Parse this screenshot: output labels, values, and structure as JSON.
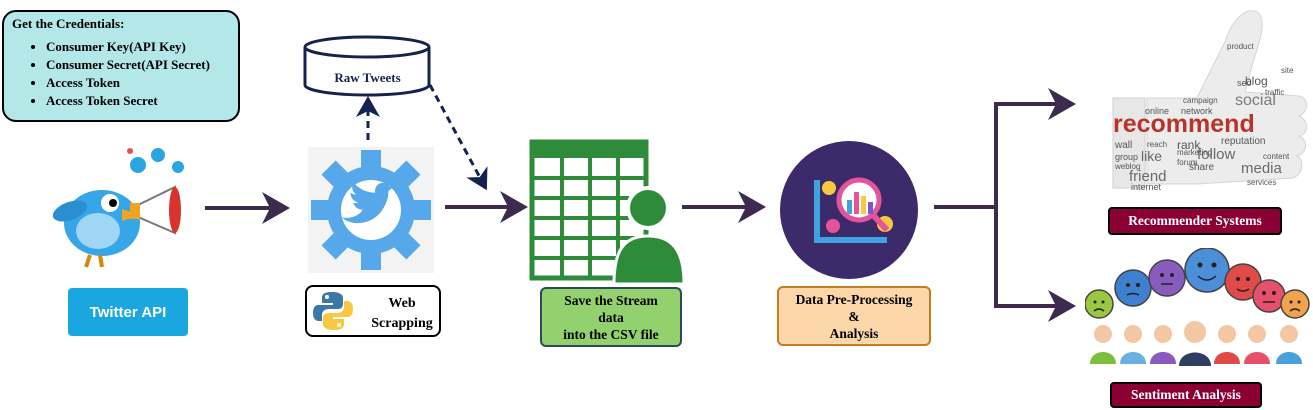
{
  "credentials": {
    "title": "Get the Credentials:",
    "items": [
      "Consumer Key(API Key)",
      "Consumer Secret(API Secret)",
      "Access Token",
      "Access Token Secret"
    ]
  },
  "twitter_api": {
    "label": "Twitter API"
  },
  "raw_tweets": {
    "label": "Raw Tweets"
  },
  "web_scrapping": {
    "line1": "Web",
    "line2": "Scrapping"
  },
  "save_stream": {
    "line1": "Save the Stream",
    "line2": "data",
    "line3": "into the CSV file"
  },
  "preprocessing": {
    "line1": "Data Pre-Processing",
    "line2": "&",
    "line3": "Analysis"
  },
  "outputs": {
    "recommender": "Recommender Systems",
    "sentiment": "Sentiment Analysis"
  },
  "word_cloud": {
    "main": "recommend",
    "words": [
      "social",
      "follow",
      "media",
      "friend",
      "like",
      "network",
      "reputation",
      "blog",
      "share",
      "rank",
      "wall",
      "group",
      "internet",
      "online",
      "seo",
      "campaign",
      "product",
      "services",
      "content",
      "traffic",
      "marketing",
      "reach",
      "forum",
      "weblog",
      "site"
    ]
  },
  "colors": {
    "arrow": "#3d2a4f",
    "teal_box": "#b4e7e8",
    "twitter_blue": "#1aa7e0",
    "gear_blue": "#56a8ea",
    "sheet_green": "#2e8b3a",
    "save_green": "#93d06e",
    "prep_orange": "#fbd7a9",
    "maroon": "#8b0033",
    "analysis_purple": "#3c2a6b",
    "recommend_red": "#b8332b"
  }
}
